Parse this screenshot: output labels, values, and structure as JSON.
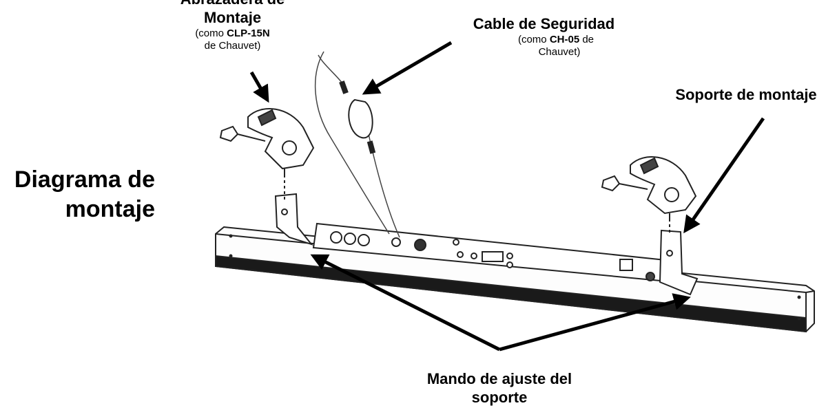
{
  "title": {
    "line1": "Diagrama de",
    "line2": "montaje"
  },
  "labels": {
    "clamp": {
      "line1": "Abrazadera de",
      "line2": "Montaje",
      "sub1_prefix": "(como ",
      "sub1_bold": "CLP-15N",
      "sub2": "de Chauvet)"
    },
    "safety_cable": {
      "line1": "Cable de Seguridad",
      "sub1_prefix": "(como ",
      "sub1_bold": "CH-05",
      "sub1_suffix": " de",
      "sub2": "Chauvet)"
    },
    "mounting_bracket": "Soporte de montaje",
    "knob": {
      "line1": "Mando de ajuste del",
      "line2": "soporte"
    }
  },
  "colors": {
    "line": "#222222",
    "arrow": "#000000",
    "fixture_bottom": "#1a1a1a"
  }
}
